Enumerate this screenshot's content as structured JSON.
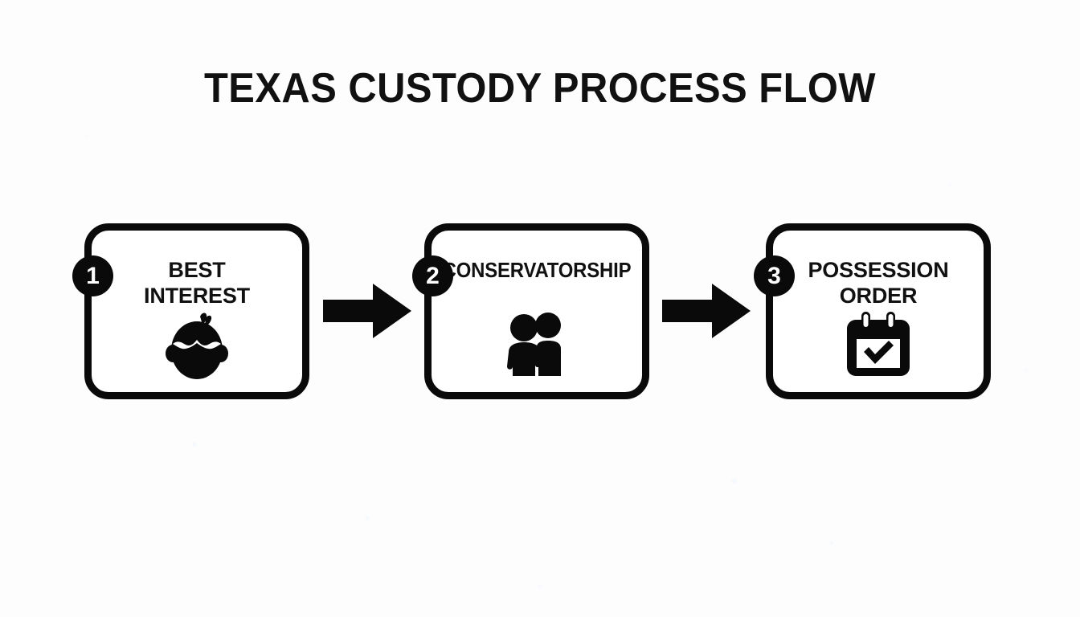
{
  "title": "TEXAS CUSTODY PROCESS FLOW",
  "colors": {
    "background": "#fdfdfe",
    "ink": "#0a0a0a",
    "card_fill": "#ffffff",
    "badge_fill": "#0a0a0a",
    "badge_text": "#ffffff"
  },
  "steps": [
    {
      "number": "1",
      "label_lines": [
        "BEST",
        "INTEREST"
      ],
      "label_text": "BEST INTEREST",
      "icon": "child-head-icon"
    },
    {
      "number": "2",
      "label_lines": [
        "CONSERVATORSHIP"
      ],
      "label_text": "CONSERVATORSHIP",
      "icon": "two-people-icon"
    },
    {
      "number": "3",
      "label_lines": [
        "POSSESSION",
        "ORDER"
      ],
      "label_text": "POSSESSION ORDER",
      "icon": "calendar-check-icon"
    }
  ],
  "connectors": [
    {
      "icon": "arrow-right-icon",
      "from": "1",
      "to": "2"
    },
    {
      "icon": "arrow-right-icon",
      "from": "2",
      "to": "3"
    }
  ]
}
